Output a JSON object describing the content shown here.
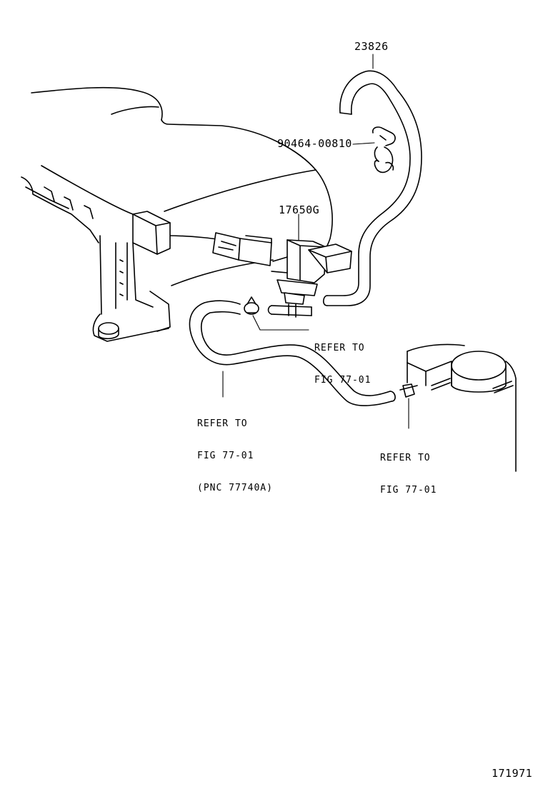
{
  "parts": {
    "hose_upper": "23826",
    "clip": "90464-00810",
    "vsv": "17650G"
  },
  "refs": {
    "clamp_center": {
      "line1": "REFER TO",
      "line2": "FIG 77-01"
    },
    "hose_lower": {
      "line1": "REFER TO",
      "line2": "FIG 77-01",
      "line3": "(PNC 77740A)"
    },
    "canister_clamp": {
      "line1": "REFER TO",
      "line2": "FIG 77-01"
    }
  },
  "figure_number": "171971"
}
